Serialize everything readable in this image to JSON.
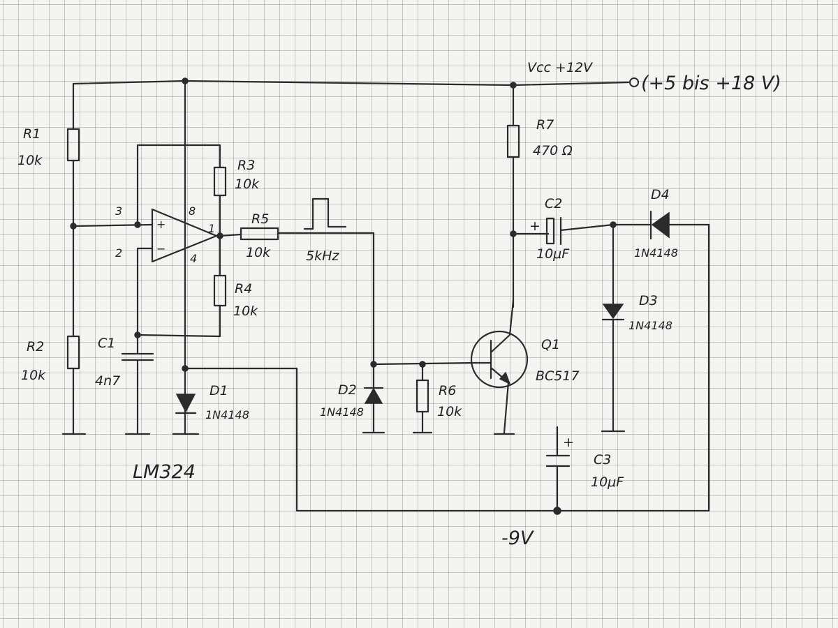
{
  "supply": {
    "vcc": "Vcc +12V",
    "range": "(+5 bis +18 V)",
    "negative": "-9V"
  },
  "opamp": {
    "name": "LM324",
    "pin3": "3",
    "pin2": "2",
    "pin8": "8",
    "pin4": "4",
    "pin1": "1",
    "plus": "+",
    "minus": "−"
  },
  "resistors": {
    "r1": {
      "ref": "R1",
      "value": "10k"
    },
    "r2": {
      "ref": "R2",
      "value": "10k"
    },
    "r3": {
      "ref": "R3",
      "value": "10k"
    },
    "r4": {
      "ref": "R4",
      "value": "10k"
    },
    "r5": {
      "ref": "R5",
      "value": "10k"
    },
    "r6": {
      "ref": "R6",
      "value": "10k"
    },
    "r7": {
      "ref": "R7",
      "value": "470 Ω"
    }
  },
  "capacitors": {
    "c1": {
      "ref": "C1",
      "value": "4n7"
    },
    "c2": {
      "ref": "C2",
      "value": "10μF"
    },
    "c3": {
      "ref": "C3",
      "value": "10μF"
    }
  },
  "diodes": {
    "d1": {
      "ref": "D1",
      "value": "1N4148"
    },
    "d2": {
      "ref": "D2",
      "value": "1N4148"
    },
    "d3": {
      "ref": "D3",
      "value": "1N4148"
    },
    "d4": {
      "ref": "D4",
      "value": "1N4148"
    }
  },
  "transistor": {
    "ref": "Q1",
    "value": "BC517"
  },
  "signal": {
    "frequency": "5kHz"
  },
  "polarity": {
    "plus": "+"
  }
}
